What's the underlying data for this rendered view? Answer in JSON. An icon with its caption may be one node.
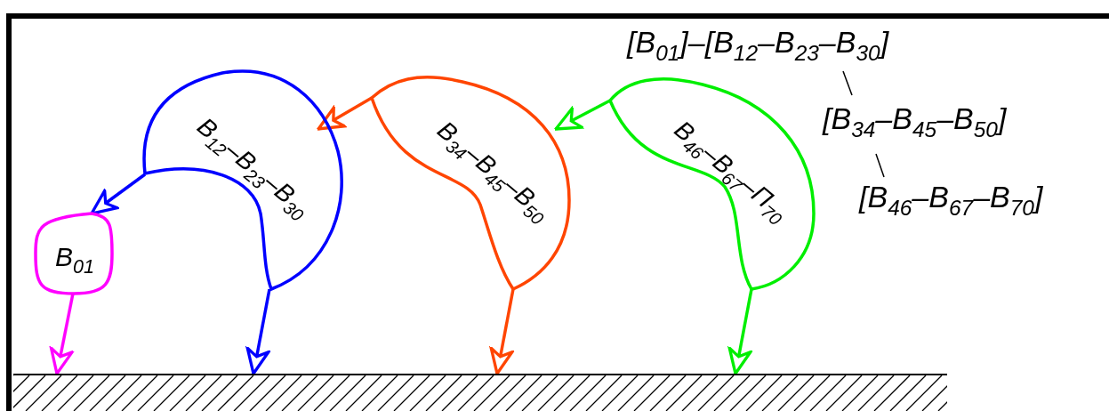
{
  "diagram": {
    "nodes": [
      {
        "text": [
          "B$_{01}$"
        ]
      },
      {
        "text": [
          "B$_{12}$–B$_{23}$–B$_{30}$"
        ]
      },
      {
        "text": [
          "B$_{34}$–B$_{45}$–B$_{50}$"
        ]
      },
      {
        "text": [
          "B$_{46}$–B$_{67}$–П$_{70}$"
        ]
      },
      {
        "text": [],
        "shape": "bar"
      },
      {
        "text": [
          "[B$_{01}$]–[B$_{12}$–B$_{23}$–B$_{30}$]"
        ]
      },
      {
        "text": [
          "[B$_{34}$–B$_{45}$–B$_{50}$]"
        ]
      },
      {
        "text": [
          "[B$_{46}$–B$_{67}$–B$_{70}$]"
        ]
      }
    ],
    "edges": [
      {
        "from": 3,
        "to": 2,
        "arrow": "to",
        "color": "#00ee00"
      },
      {
        "from": 2,
        "to": 1,
        "arrow": "to",
        "color": "#ff4500"
      },
      {
        "from": 1,
        "to": 0,
        "arrow": "to",
        "color": "#0000ff"
      },
      {
        "from": 0,
        "to": 4,
        "arrow": "to",
        "color": "#ff00ff"
      },
      {
        "from": 1,
        "to": 4,
        "arrow": "to",
        "color": "#0000ff"
      },
      {
        "from": 2,
        "to": 4,
        "arrow": "to",
        "color": "#ff4500"
      },
      {
        "from": 3,
        "to": 4,
        "arrow": "to",
        "color": "#00ee00"
      },
      {
        "from": 5,
        "to": 6,
        "arrow": "none",
        "color": "#000000"
      },
      {
        "from": 6,
        "to": 7,
        "arrow": "none",
        "color": "#000000"
      }
    ]
  }
}
